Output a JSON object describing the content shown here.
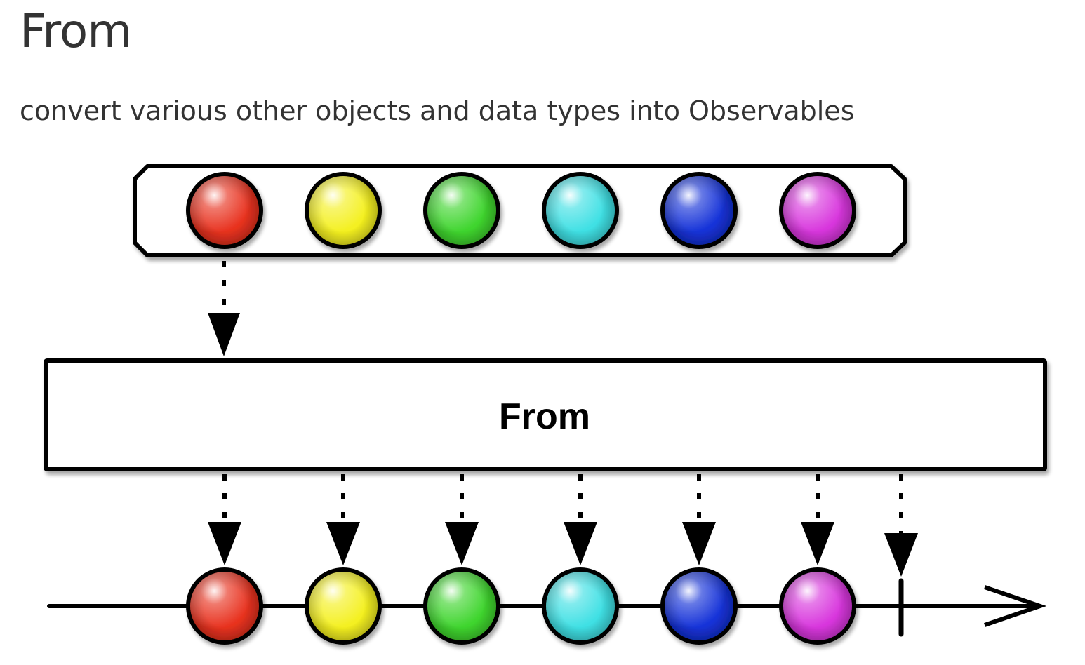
{
  "page": {
    "title": "From",
    "subtitle": "convert various other objects and data types into Observables"
  },
  "diagram": {
    "operator_label": "From",
    "items": [
      {
        "name": "red-marble",
        "color": "#e8321f"
      },
      {
        "name": "yellow-marble",
        "color": "#f4f020"
      },
      {
        "name": "green-marble",
        "color": "#3fd52e"
      },
      {
        "name": "cyan-marble",
        "color": "#3fe0e4"
      },
      {
        "name": "blue-marble",
        "color": "#1532d8"
      },
      {
        "name": "magenta-marble",
        "color": "#d836dd"
      }
    ],
    "completion": true
  }
}
